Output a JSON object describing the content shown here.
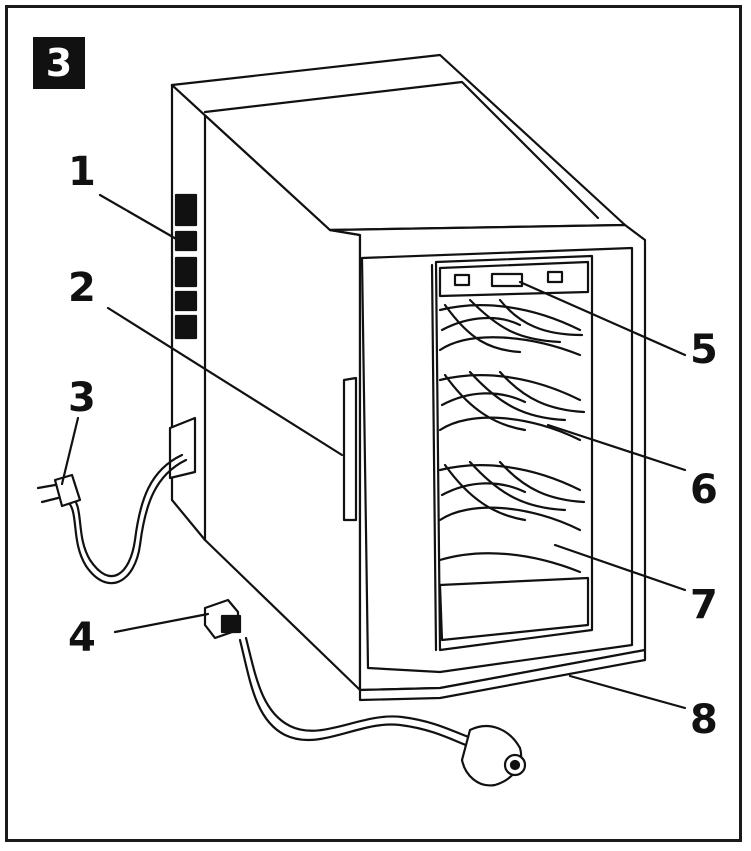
{
  "figure": {
    "badge": "3",
    "callouts": [
      {
        "id": "1",
        "label": "1"
      },
      {
        "id": "2",
        "label": "2"
      },
      {
        "id": "3",
        "label": "3"
      },
      {
        "id": "4",
        "label": "4"
      },
      {
        "id": "5",
        "label": "5"
      },
      {
        "id": "6",
        "label": "6"
      },
      {
        "id": "7",
        "label": "7"
      },
      {
        "id": "8",
        "label": "8"
      }
    ]
  },
  "colors": {
    "ink": "#111111",
    "paper": "#ffffff"
  }
}
